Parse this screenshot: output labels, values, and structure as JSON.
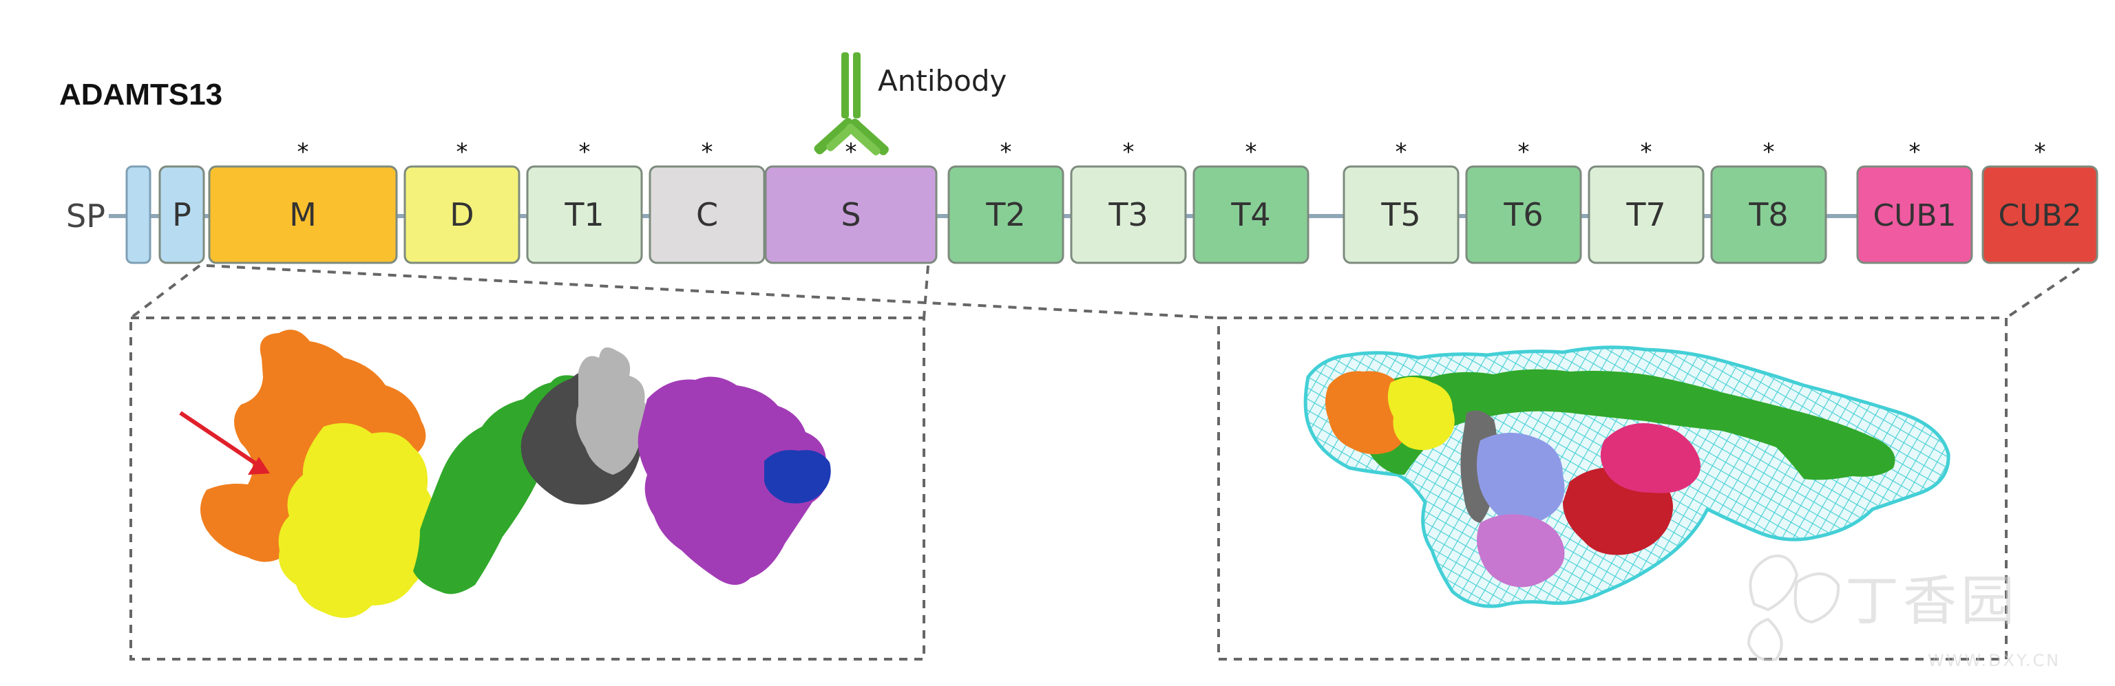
{
  "figure": {
    "title": "ADAMTS13",
    "antibody_label": "Antibody",
    "sp_label": "SP",
    "domains": [
      {
        "key": "propeptide",
        "label": "P",
        "color": "#b7dcf2",
        "star": false
      },
      {
        "key": "metalloprotease",
        "label": "M",
        "color": "#fbc02d",
        "star": true
      },
      {
        "key": "disintegrin",
        "label": "D",
        "color": "#f4f27a",
        "star": true
      },
      {
        "key": "tsp1-1",
        "label": "T1",
        "color": "#dcefd6",
        "star": true
      },
      {
        "key": "cysteine-rich",
        "label": "C",
        "color": "#dedcdc",
        "star": true
      },
      {
        "key": "spacer",
        "label": "S",
        "color": "#caa0dc",
        "star": true
      },
      {
        "key": "tsp1-2",
        "label": "T2",
        "color": "#88cf96",
        "star": true
      },
      {
        "key": "tsp1-3",
        "label": "T3",
        "color": "#dcefd6",
        "star": true
      },
      {
        "key": "tsp1-4",
        "label": "T4",
        "color": "#88cf96",
        "star": true
      },
      {
        "key": "tsp1-5",
        "label": "T5",
        "color": "#dcefd6",
        "star": true
      },
      {
        "key": "tsp1-6",
        "label": "T6",
        "color": "#88cf96",
        "star": true
      },
      {
        "key": "tsp1-7",
        "label": "T7",
        "color": "#dcefd6",
        "star": true
      },
      {
        "key": "tsp1-8",
        "label": "T8",
        "color": "#88cf96",
        "star": true
      },
      {
        "key": "cub1",
        "label": "CUB1",
        "color": "#ef5aa0",
        "star": true
      },
      {
        "key": "cub2",
        "label": "CUB2",
        "color": "#e3463c",
        "star": true
      }
    ],
    "structure_colors": {
      "orange": "#f07e1e",
      "yellow": "#eeee22",
      "green": "#31a82b",
      "dark_gray": "#4a4a4a",
      "light_gray": "#b4b4b4",
      "purple": "#a23cb6",
      "blue": "#1d3bb5",
      "cyan_mesh": "#43cfd6",
      "pink": "#e0307a",
      "red": "#c41f2b",
      "periwinkle": "#8f9ae6",
      "lavender": "#c777cf",
      "arrow_red": "#e0202a",
      "antibody_green": "#5fb236"
    },
    "watermark": {
      "text": "丁香园",
      "url": "WWW.DXY.CN"
    }
  }
}
